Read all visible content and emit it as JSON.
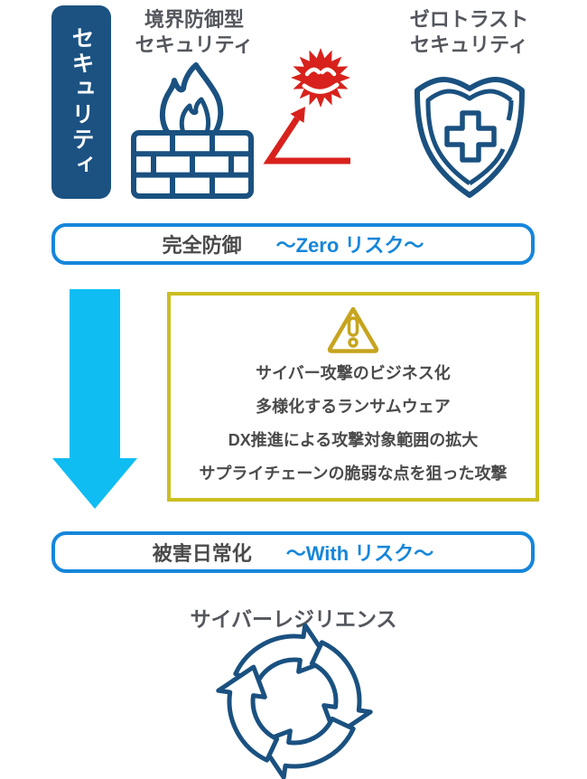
{
  "colors": {
    "navy_banner": "#1B5282",
    "icon_blue": "#1A5180",
    "accent_blue": "#1586DB",
    "cyan_arrow": "#0FBDF2",
    "red": "#D8211C",
    "yellow_border": "#CBBE21",
    "gold_warning": "#C7A41E",
    "text_gray": "#4A4A4A",
    "heading_gray": "#54575D"
  },
  "banner": {
    "label": "セキュリティ"
  },
  "headings": {
    "perimeter_line1": "境界防御型",
    "perimeter_line2": "セキュリティ",
    "zerotrust_line1": "ゼロトラスト",
    "zerotrust_line2": "セキュリティ"
  },
  "icons": {
    "firewall": "firewall-flame-icon",
    "malware": "malware-face-icon",
    "attack_arrow": "attack-bypass-arrow-icon",
    "shield": "shield-plus-icon",
    "down_arrow": "down-arrow-icon",
    "warning": "warning-triangle-icon",
    "cycle": "resilience-cycle-icon"
  },
  "zero_risk_box": {
    "label": "完全防御",
    "sublabel": "〜Zero リスク〜"
  },
  "risk_box": {
    "lines": [
      "サイバー攻撃のビジネス化",
      "多様化するランサムウェア",
      "DX推進による攻撃対象範囲の拡大",
      "サプライチェーンの脆弱な点を狙った攻撃"
    ]
  },
  "with_risk_box": {
    "label": "被害日常化",
    "sublabel": "〜With リスク〜"
  },
  "resilience": {
    "label": "サイバーレジリエンス"
  }
}
